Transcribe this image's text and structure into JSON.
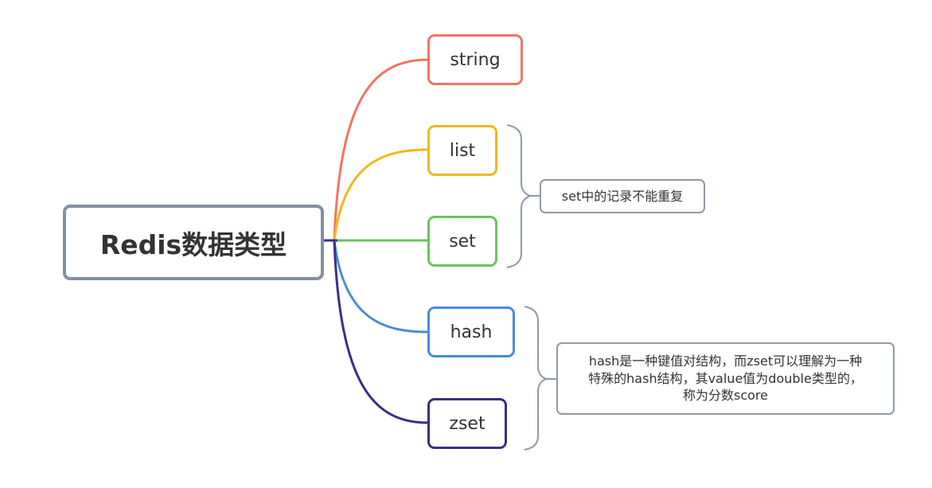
{
  "root": {
    "label": "Redis数据类型"
  },
  "nodes": [
    {
      "id": "string",
      "label": "string",
      "color": "#f07561"
    },
    {
      "id": "list",
      "label": "list",
      "color": "#f6b51c"
    },
    {
      "id": "set",
      "label": "set",
      "color": "#6dc25e"
    },
    {
      "id": "hash",
      "label": "hash",
      "color": "#4a8ad8"
    },
    {
      "id": "zset",
      "label": "zset",
      "color": "#3d2d88"
    }
  ],
  "notes": {
    "set_note": "set中的记录不能重复",
    "hash_note": {
      "line1": "hash是一种键值对结构，而zset可以理解为一种",
      "line2": "特殊的hash结构，其value值为double类型的，",
      "line3": "称为分数score"
    }
  },
  "colors": {
    "root_border": "#8490a0",
    "bracket": "#8f9aa8"
  }
}
